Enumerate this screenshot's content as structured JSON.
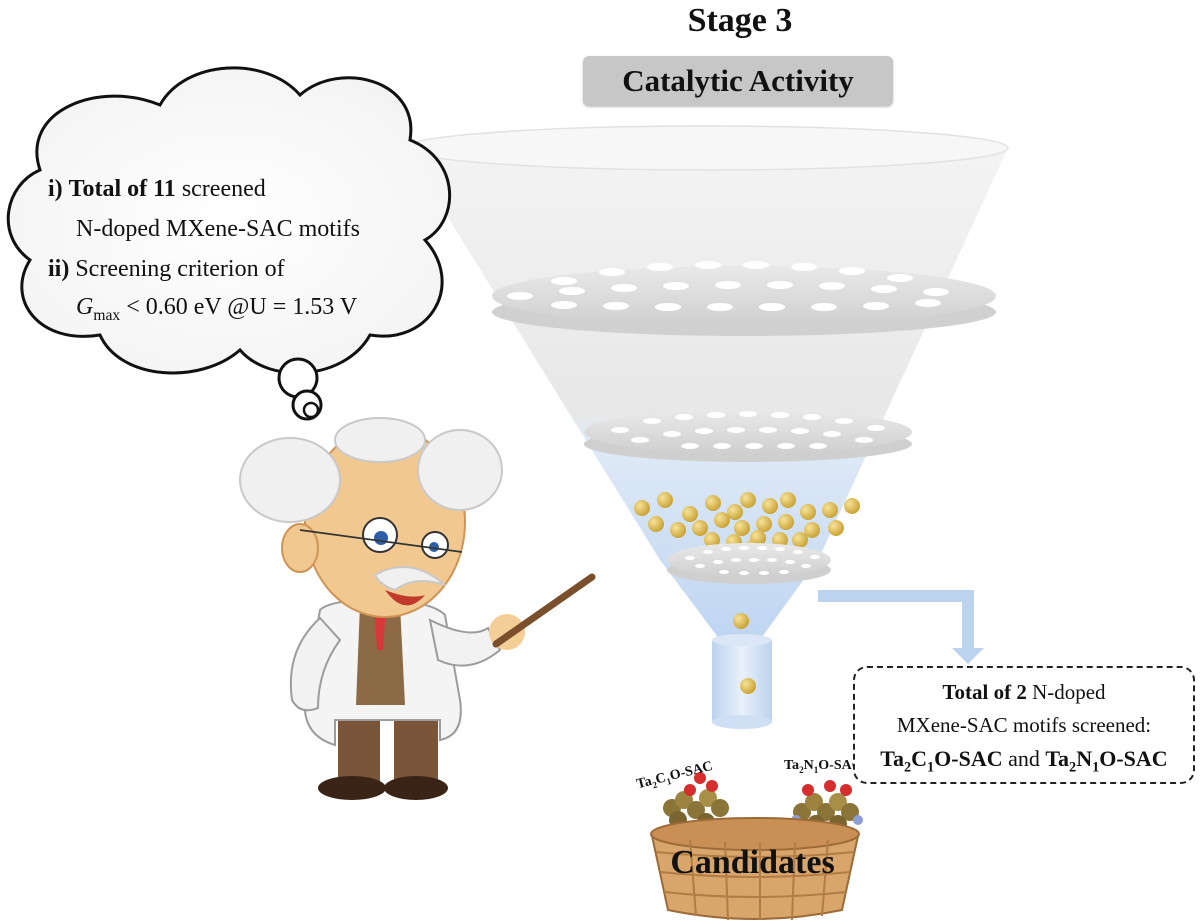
{
  "stage": {
    "title": "Stage 3",
    "criterion_box": "Catalytic Activity"
  },
  "cloud": {
    "line1_prefix": "i)",
    "line1_bold": "Total of 11",
    "line1_rest": "screened",
    "line2": "N-doped MXene-SAC motifs",
    "line3_prefix": "ii)",
    "line3_rest": "Screening criterion of",
    "line4_symbol": "G",
    "line4_sub": "max",
    "line4_rest": "< 0.60 eV @U = 1.53 V"
  },
  "result": {
    "line1_bold": "Total of 2",
    "line1_rest": "N-doped",
    "line2": "MXene-SAC motifs screened:",
    "motif1_a": "Ta",
    "motif1_s1": "2",
    "motif1_b": "C",
    "motif1_s2": "1",
    "motif1_c": "O-SAC",
    "conjunction": "and",
    "motif2_a": "Ta",
    "motif2_s1": "2",
    "motif2_b": "N",
    "motif2_s2": "1",
    "motif2_c": "O-SAC"
  },
  "molecules": {
    "label1_a": "Ta",
    "label1_s1": "2",
    "label1_b": "C",
    "label1_s2": "1",
    "label1_c": "O-SAC",
    "label2_a": "Ta",
    "label2_s1": "2",
    "label2_b": "N",
    "label2_s2": "1",
    "label2_c": "O-SAC"
  },
  "basket": {
    "label": "Candidates"
  },
  "colors": {
    "funnel_top": "#eeeeee",
    "funnel_blue": "#c9dcf3",
    "particle": "#e2be4c",
    "arrow": "#bcd3ee",
    "basket": "#d8a56a"
  }
}
